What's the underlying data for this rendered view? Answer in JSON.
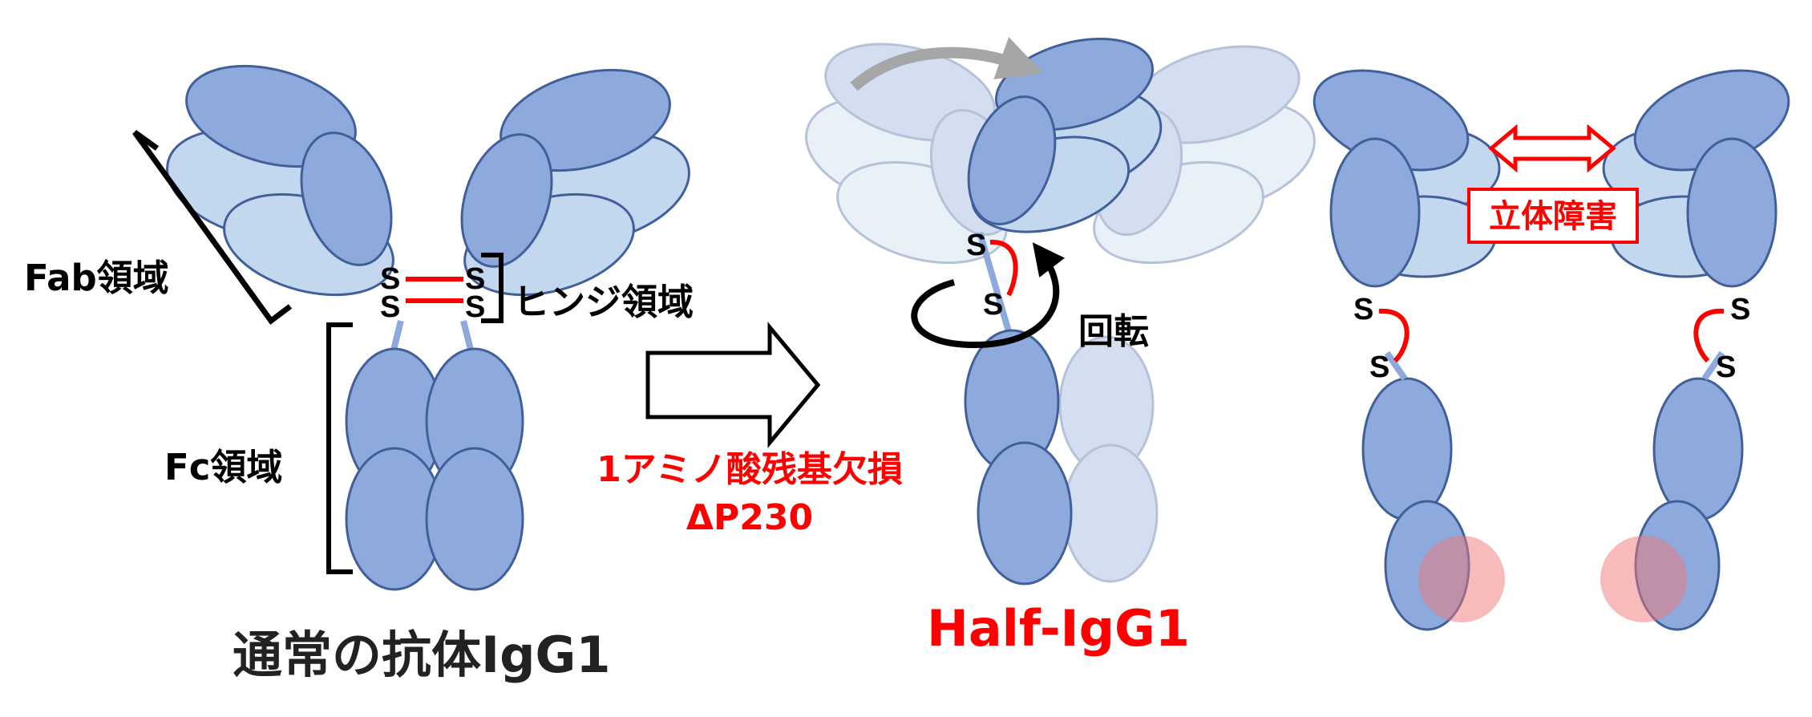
{
  "panel_1": {
    "title": "通常の抗体IgG1",
    "fab_label": "Fab領域",
    "hinge_label": "ヒンジ領域",
    "fc_label": "Fc領域"
  },
  "arrow_text": {
    "line1": "1アミノ酸残基欠損",
    "line2": "ΔP230"
  },
  "panel_2": {
    "title": "Half-IgG1",
    "rotation_label": "回転"
  },
  "panel_3": {
    "steric_label": "立体障害"
  },
  "disulfide_atom": "S",
  "colors": {
    "domain_dark": "#8ea9dc",
    "domain_light": "#c3d8ee",
    "outline": "#41609a",
    "accent_red": "#ff0000",
    "gray_arrow": "#a6a6a6",
    "highlight_pink": "#f07878"
  }
}
